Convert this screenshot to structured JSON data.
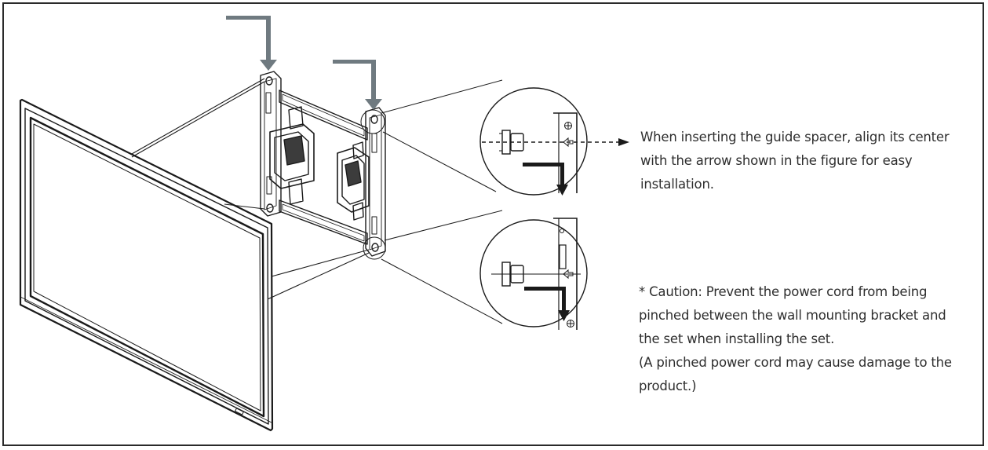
{
  "figure": {
    "parts": [
      "flat-panel-tv-icon",
      "wall-bracket-icon",
      "guide-spacer-icon",
      "down-arrow-icon",
      "bracket-hook-icon",
      "alignment-arrow-icon"
    ],
    "colors": {
      "line": "#1a1a1a",
      "arrow_gray": "#6f7a80",
      "text": "#2e2e2e",
      "border": "#2a2a2a"
    }
  },
  "notes": {
    "spacer_tip": "When inserting the guide spacer, align its center with the arrow shown in the figure for easy installation.",
    "caution": "* Caution: Prevent the power cord from being pinched between the wall mounting bracket and the set when installing the set.",
    "caution_detail": "(A pinched power cord may cause damage to the product.)"
  }
}
